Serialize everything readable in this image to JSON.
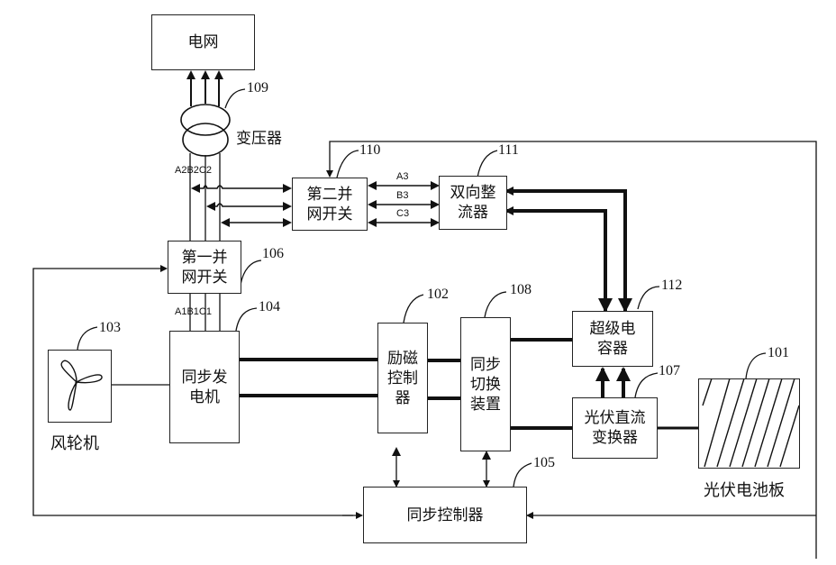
{
  "diagram": {
    "type": "block-diagram",
    "description": "Wind-solar hybrid synchronous generation system"
  },
  "blocks": {
    "grid": {
      "label": "电网"
    },
    "transformer": {
      "label": "变压器",
      "ref": "109"
    },
    "second_switch": {
      "label_line1": "第二并",
      "label_line2": "网开关",
      "ref": "110"
    },
    "bidir_rectifier": {
      "label_line1": "双向整",
      "label_line2": "流器",
      "ref": "111"
    },
    "first_switch": {
      "label_line1": "第一并",
      "label_line2": "网开关",
      "ref": "106"
    },
    "wind_turbine": {
      "label": "风轮机",
      "ref": "103"
    },
    "sync_generator": {
      "label_line1": "同步发",
      "label_line2": "电机",
      "ref": "104"
    },
    "excitation_controller": {
      "label_line1": "励磁",
      "label_line2": "控制",
      "label_line3": "器",
      "ref": "102"
    },
    "sync_switch_device": {
      "label_line1": "同步",
      "label_line2": "切换",
      "label_line3": "装置",
      "ref": "108"
    },
    "supercapacitor": {
      "label_line1": "超级电",
      "label_line2": "容器",
      "ref": "112"
    },
    "pv_dc_converter": {
      "label_line1": "光伏直流",
      "label_line2": "变换器",
      "ref": "107"
    },
    "pv_panel": {
      "label": "光伏电池板",
      "ref": "101"
    },
    "sync_controller": {
      "label": "同步控制器",
      "ref": "105"
    }
  },
  "phase_labels": {
    "a2b2c2": "A2B2C2",
    "a1b1c1": "A1B1C1",
    "a3": "A3",
    "b3": "B3",
    "c3": "C3"
  }
}
